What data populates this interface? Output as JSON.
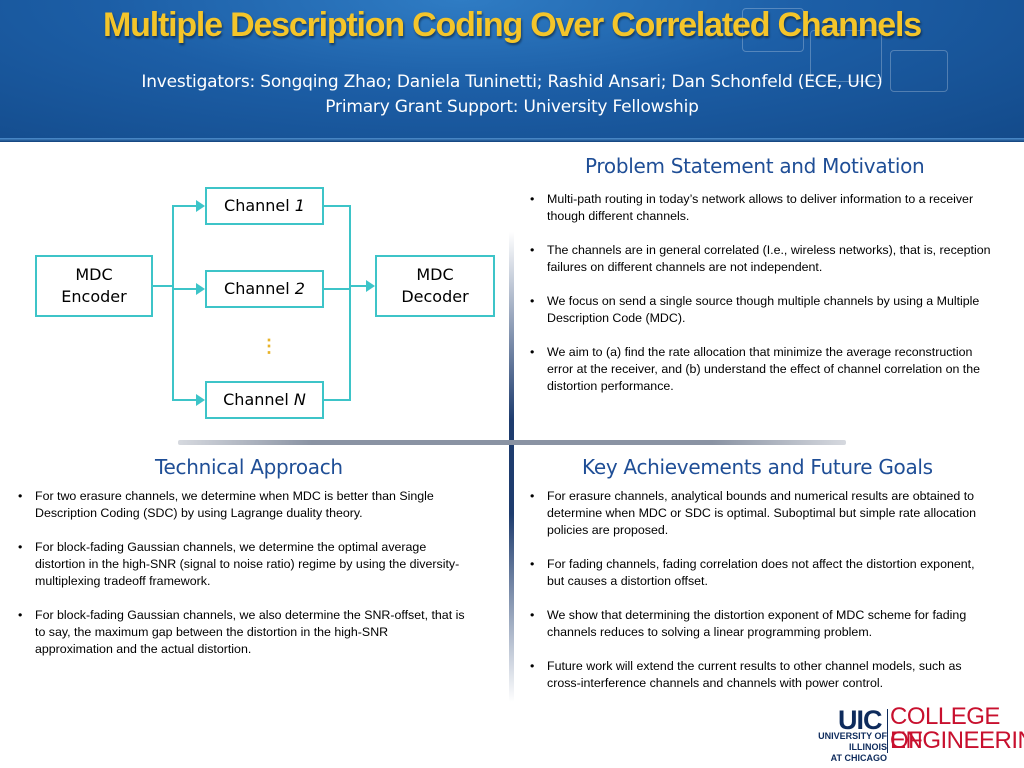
{
  "header": {
    "title": "Multiple Description Coding Over Correlated Channels",
    "investigators": "Investigators: Songqing Zhao; Daniela Tuninetti; Rashid Ansari; Dan Schonfeld (ECE, UIC)",
    "grant": "Primary Grant Support: University Fellowship"
  },
  "diagram": {
    "encoder_line1": "MDC",
    "encoder_line2": "Encoder",
    "decoder_line1": "MDC",
    "decoder_line2": "Decoder",
    "channel_word": "Channel",
    "channel1_index": "1",
    "channel2_index": "2",
    "channelN_index": "N",
    "ellipsis": "⋮"
  },
  "problem": {
    "title": "Problem Statement and Motivation",
    "bullets": [
      "Multi-path routing in today’s network allows to deliver information to a receiver though different channels.",
      "The channels are in general correlated (I.e., wireless networks), that is, reception failures on different channels are not independent.",
      "We focus on send a single source though multiple channels by using a Multiple Description Code (MDC).",
      "We aim to (a) find the rate allocation that minimize the average reconstruction error at the receiver, and (b) understand the effect of channel correlation on the distortion performance."
    ]
  },
  "approach": {
    "title": "Technical Approach",
    "bullets": [
      "For two erasure channels, we determine when MDC is better than Single Description Coding (SDC) by using Lagrange duality theory.",
      "For block-fading Gaussian channels, we determine the optimal average distortion in the high-SNR (signal to noise ratio) regime by using the diversity-multiplexing tradeoff framework.",
      "For block-fading Gaussian channels, we also determine the SNR-offset, that is to say, the maximum gap between the distortion in the high-SNR approximation and the actual distortion."
    ]
  },
  "achievements": {
    "title": "Key Achievements and Future Goals",
    "bullets": [
      "For erasure channels, analytical bounds and numerical results are obtained to determine when MDC or SDC is optimal. Suboptimal but simple rate allocation policies are proposed.",
      "For fading channels, fading correlation does not affect the distortion exponent, but causes a distortion offset.",
      "We show that determining the distortion exponent of MDC scheme for fading channels reduces to solving a linear programming problem.",
      "Future work will extend the current results to other channel models, such as cross-interference channels and channels with power control."
    ]
  },
  "logo": {
    "uic": "UIC",
    "univ_line1": "UNIVERSITY OF ILLINOIS",
    "univ_line2": "AT CHICAGO",
    "college": "COLLEGE OF",
    "engineering": "ENGINEERING"
  },
  "colors": {
    "title": "#f4c52a",
    "header_bg": "#1c5ea6",
    "section_title": "#1f4e96",
    "diagram_line": "#3dc4c8",
    "logo_red": "#c8102e",
    "logo_navy": "#0e2b5c"
  }
}
